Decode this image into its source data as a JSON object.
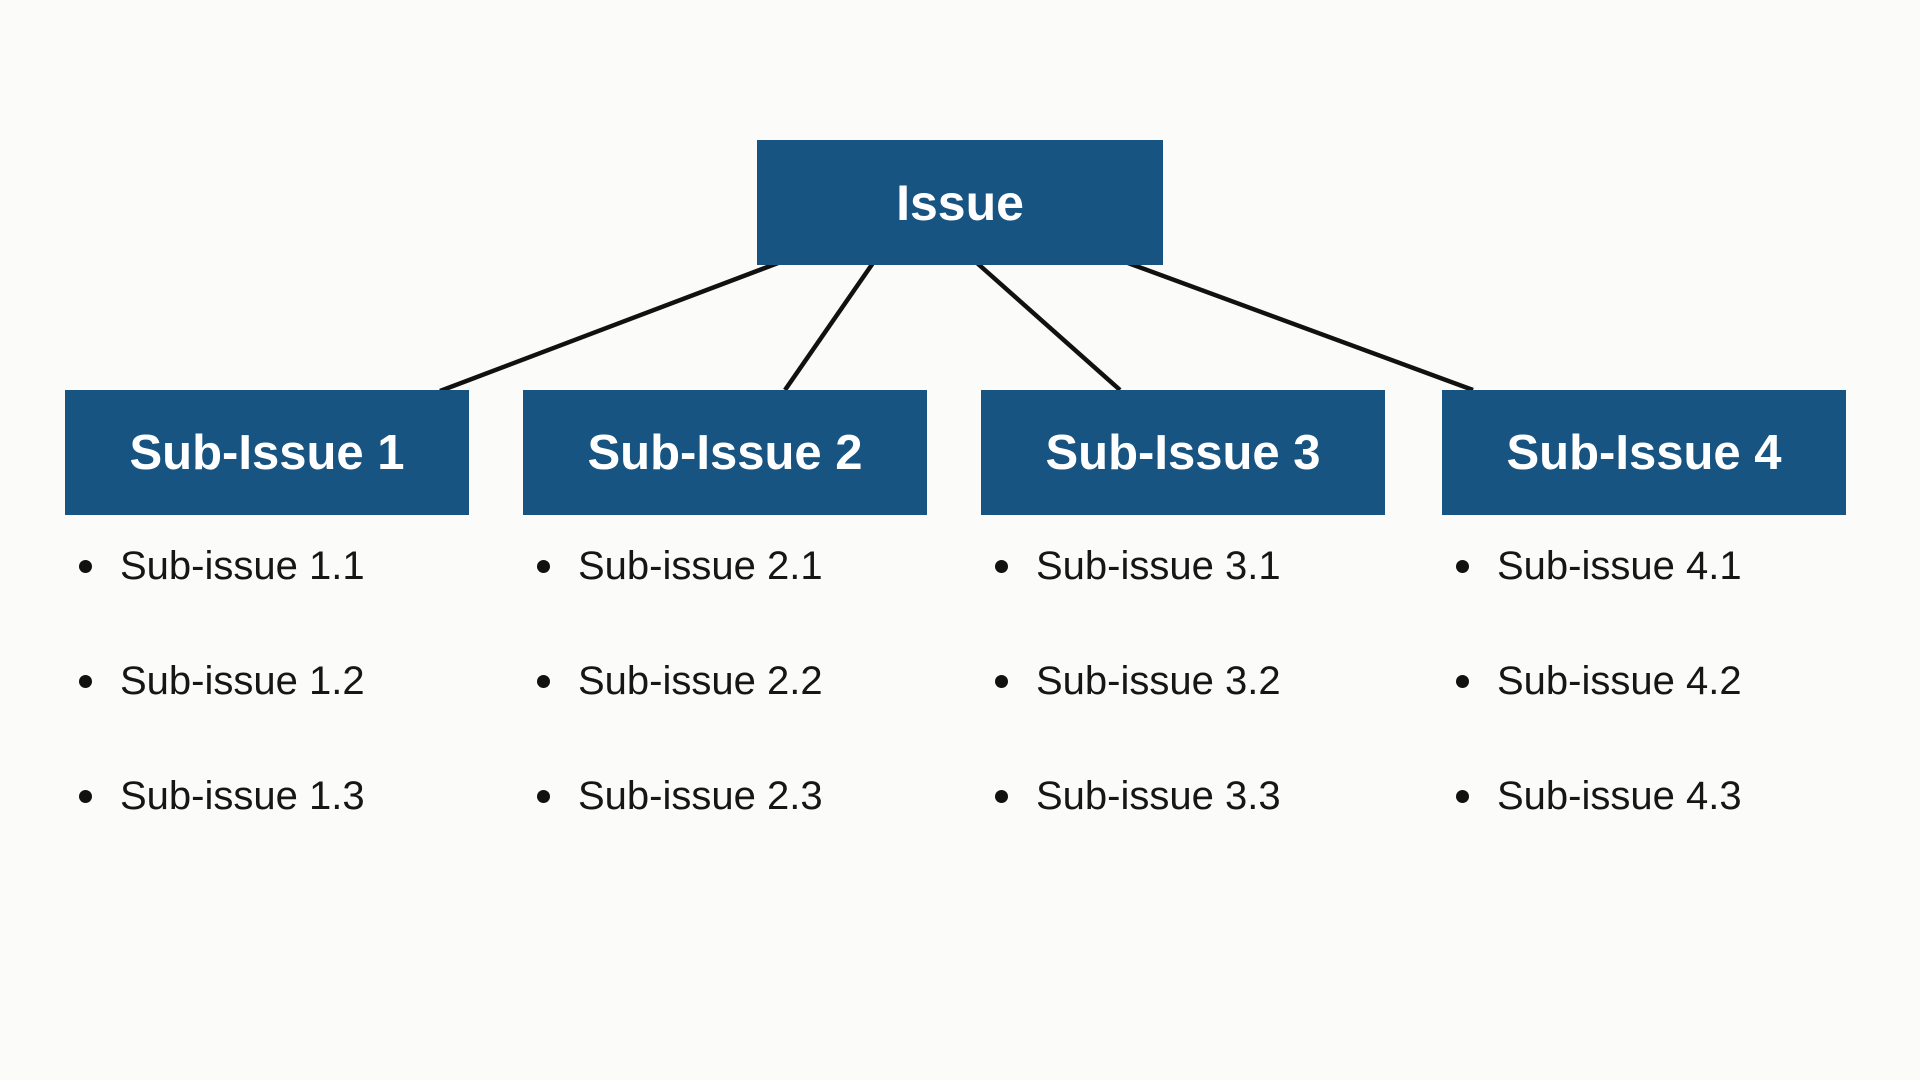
{
  "diagram": {
    "title_box_color": "#175481",
    "connector_color": "#111111",
    "background_color": "#fbfbf9",
    "title_text_color": "#ffffff",
    "bullet_text_color": "#161616"
  },
  "root": {
    "label": "Issue"
  },
  "columns": [
    {
      "title": "Sub-Issue 1",
      "items": [
        "Sub-issue 1.1",
        "Sub-issue 1.2",
        "Sub-issue 1.3"
      ]
    },
    {
      "title": "Sub-Issue 2",
      "items": [
        "Sub-issue 2.1",
        "Sub-issue 2.2",
        "Sub-issue 2.3"
      ]
    },
    {
      "title": "Sub-Issue 3",
      "items": [
        "Sub-issue 3.1",
        "Sub-issue 3.2",
        "Sub-issue 3.3"
      ]
    },
    {
      "title": "Sub-Issue 4",
      "items": [
        "Sub-issue 4.1",
        "Sub-issue 4.2",
        "Sub-issue 4.3"
      ]
    }
  ]
}
